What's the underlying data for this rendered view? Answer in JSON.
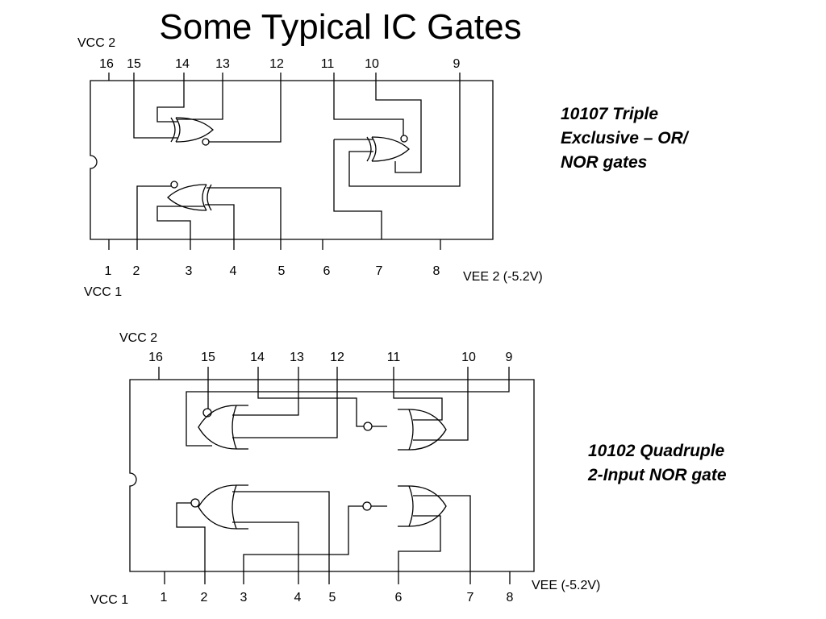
{
  "slide": {
    "title": "Some Typical IC Gates"
  },
  "chip_top": {
    "caption_lines": [
      "10107 Triple",
      "Exclusive – OR/",
      "NOR gates"
    ],
    "vcc_top_label": "VCC 2",
    "vcc_bottom_label": "VCC 1",
    "vee_label": "VEE 2 (-5.2V)",
    "top_pins": [
      "16",
      "15",
      "14",
      "13",
      "12",
      "11",
      "10",
      "9"
    ],
    "bottom_pins": [
      "1",
      "2",
      "3",
      "4",
      "5",
      "6",
      "7",
      "8"
    ],
    "gates": [
      "xor-gate",
      "xor-gate",
      "xor-gate"
    ]
  },
  "chip_bottom": {
    "caption_lines": [
      "10102 Quadruple",
      "2-Input NOR gate"
    ],
    "vcc_top_label": "VCC 2",
    "vcc_bottom_label": "VCC 1",
    "vee_label": "VEE (-5.2V)",
    "top_pins": [
      "16",
      "15",
      "14",
      "13",
      "12",
      "11",
      "10",
      "9"
    ],
    "bottom_pins": [
      "1",
      "2",
      "3",
      "4",
      "5",
      "6",
      "7",
      "8"
    ],
    "gates": [
      "nor-gate",
      "nor-gate",
      "nor-gate",
      "nor-gate"
    ]
  }
}
